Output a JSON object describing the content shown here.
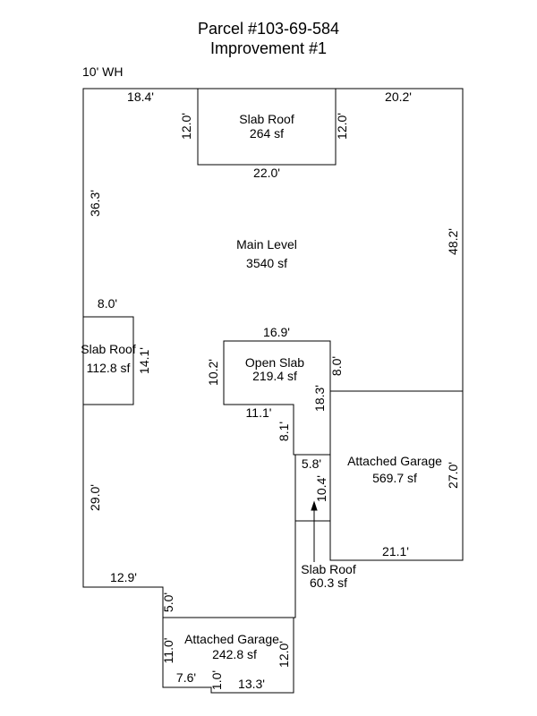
{
  "header": {
    "parcel": "Parcel #103-69-584",
    "improvement": "Improvement #1",
    "wall_height": "10' WH"
  },
  "areas": {
    "slab_roof_top": {
      "name": "Slab Roof",
      "area": "264 sf"
    },
    "main_level": {
      "name": "Main Level",
      "area": "3540 sf"
    },
    "slab_roof_left": {
      "name": "Slab Roof",
      "area": "112.8 sf"
    },
    "open_slab": {
      "name": "Open Slab",
      "area": "219.4 sf"
    },
    "garage_right": {
      "name": "Attached Garage",
      "area": "569.7 sf"
    },
    "slab_roof_bottom": {
      "name": "Slab Roof",
      "area": "60.3 sf"
    },
    "garage_bottom": {
      "name": "Attached Garage",
      "area": "242.8 sf"
    }
  },
  "dimensions": {
    "top_left": "18.4'",
    "top_right": "20.2'",
    "slab_top_left_side": "12.0'",
    "slab_top_right_side": "12.0'",
    "slab_top_bottom": "22.0'",
    "left_upper": "36.3'",
    "right_side": "48.2'",
    "slab_left_top": "8.0'",
    "slab_left_side": "14.1'",
    "open_slab_top": "16.9'",
    "open_slab_left": "10.2'",
    "open_slab_right": "8.0'",
    "open_slab_bottom": "11.1'",
    "notch_vertical": "8.1'",
    "inner_vertical": "18.3'",
    "garage_right_side": "27.0'",
    "garage_right_bottom": "21.1'",
    "slab_bottom_top": "5.8'",
    "slab_bottom_side": "10.4'",
    "left_lower": "29.0'",
    "bottom_step": "12.9'",
    "step_vertical": "5.0'",
    "garage_bottom_left": "11.0'",
    "garage_bottom_right": "12.0'",
    "garage_bottom_base_left": "7.6'",
    "garage_bottom_notch": "1.0'",
    "garage_bottom_base": "13.3'"
  }
}
